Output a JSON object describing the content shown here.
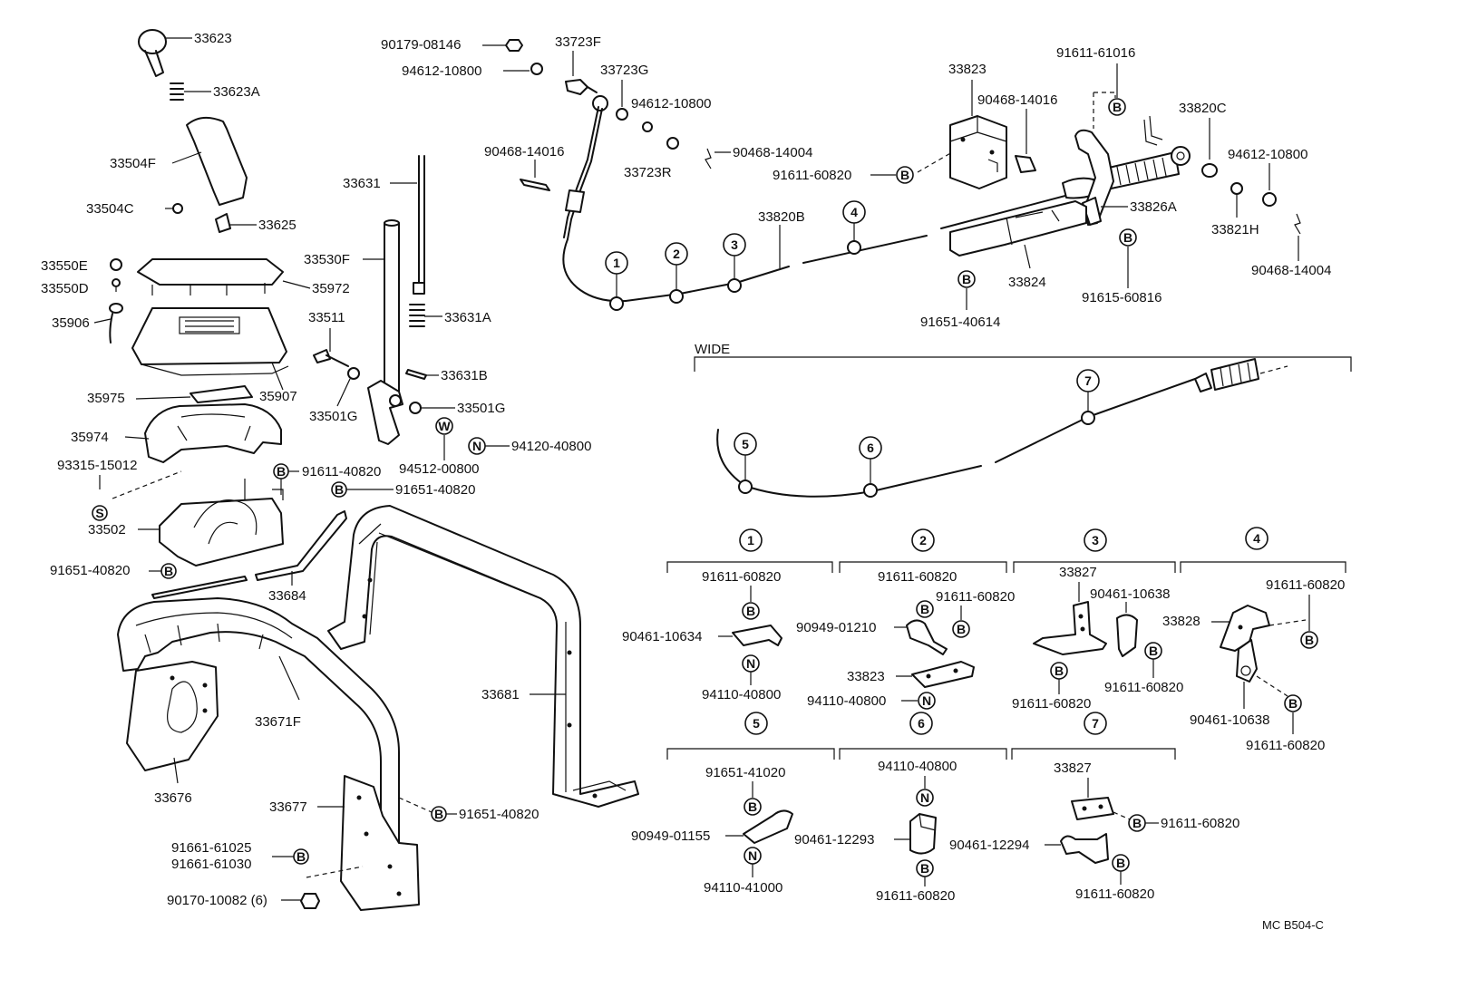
{
  "diagram_code": "MC B504-C",
  "group_label": "WIDE",
  "parts": {
    "p33623": "33623",
    "p33623A": "33623A",
    "p33504F": "33504F",
    "p33504C": "33504C",
    "p33625": "33625",
    "p33550E": "33550E",
    "p33550D": "33550D",
    "p35972": "35972",
    "p35906": "35906",
    "p35907": "35907",
    "p35975": "35975",
    "p35974": "35974",
    "p93315_15012": "93315-15012",
    "p33502": "33502",
    "p91651_40820a": "91651-40820",
    "p91611_40820": "91611-40820",
    "p91651_40820b": "91651-40820",
    "p33684": "33684",
    "p33631": "33631",
    "p33530F": "33530F",
    "p33631A": "33631A",
    "p33511": "33511",
    "p33631B": "33631B",
    "p33501Ga": "33501G",
    "p33501Gb": "33501G",
    "p94512_00800": "94512-00800",
    "p94120_40800": "94120-40800",
    "p33671F": "33671F",
    "p33676": "33676",
    "p33677": "33677",
    "p33681": "33681",
    "p91651_40820c": "91651-40820",
    "p91661_61025": "91661-61025",
    "p91661_61030": "91661-61030",
    "p90170_10082": "90170-10082 (6)",
    "p90179_08146": "90179-08146",
    "p94612_10800a": "94612-10800",
    "p33723F": "33723F",
    "p33723G": "33723G",
    "p94612_10800b": "94612-10800",
    "p33723R": "33723R",
    "p90468_14016a": "90468-14016",
    "p90468_14004a": "90468-14004",
    "p33823a": "33823",
    "p90468_14016b": "90468-14016",
    "p91611_61016": "91611-61016",
    "p91611_60820a": "91611-60820",
    "p33820B": "33820B",
    "p33820C": "33820C",
    "p94612_10800c": "94612-10800",
    "p33826A": "33826A",
    "p33821H": "33821H",
    "p33824": "33824",
    "p91615_60816": "91615-60816",
    "p91651_40614": "91651-40614",
    "p90468_14004b": "90468-14004",
    "s1_91611_60820": "91611-60820",
    "s1_90461_10634": "90461-10634",
    "s1_94110_40800": "94110-40800",
    "s2_91611_60820a": "91611-60820",
    "s2_91611_60820b": "91611-60820",
    "s2_90949_01210": "90949-01210",
    "s2_33823": "33823",
    "s2_94110_40800": "94110-40800",
    "s3_33827": "33827",
    "s3_90461_10638": "90461-10638",
    "s3_91611_60820a": "91611-60820",
    "s3_91611_60820b": "91611-60820",
    "s4_91611_60820a": "91611-60820",
    "s4_33828": "33828",
    "s4_90461_10638": "90461-10638",
    "s4_91611_60820b": "91611-60820",
    "s5_91651_41020": "91651-41020",
    "s5_90949_01155": "90949-01155",
    "s5_94110_41000": "94110-41000",
    "s6_94110_40800": "94110-40800",
    "s6_90461_12293": "90461-12293",
    "s6_91611_60820": "91611-60820",
    "s7_33827": "33827",
    "s7_91611_60820a": "91611-60820",
    "s7_90461_12294": "90461-12294",
    "s7_91611_60820b": "91611-60820"
  },
  "symbols": {
    "bolt": "B",
    "nut": "N",
    "washer": "W",
    "screw": "S"
  },
  "callouts": [
    "1",
    "2",
    "3",
    "4",
    "5",
    "6",
    "7"
  ]
}
